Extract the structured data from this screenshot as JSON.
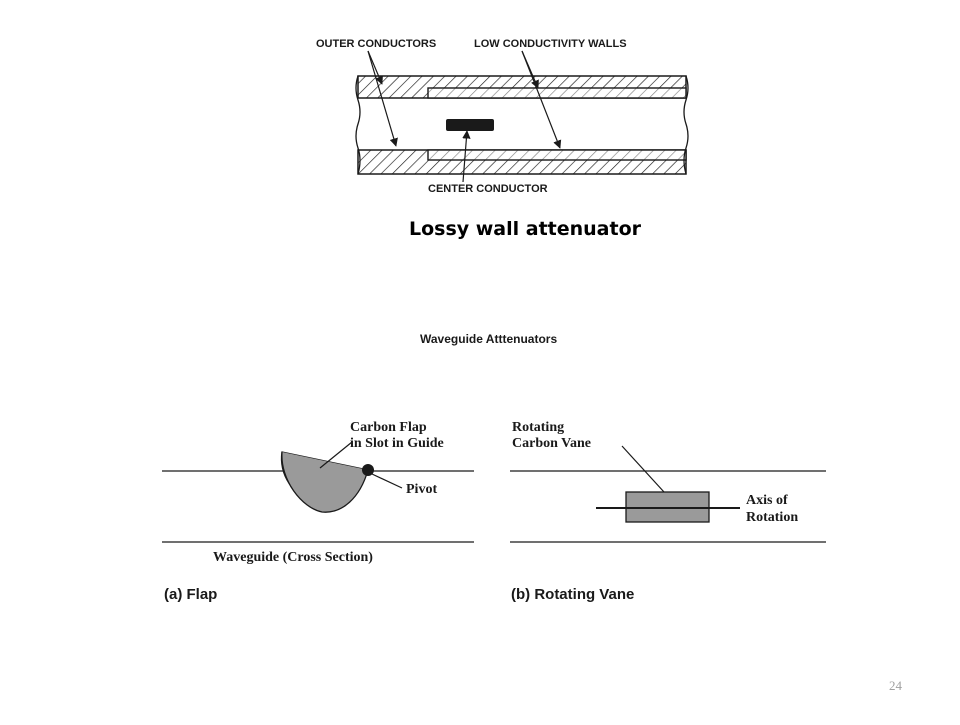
{
  "lossy_wall": {
    "outer_conductors_label": "OUTER CONDUCTORS",
    "low_conductivity_walls_label": "LOW CONDUCTIVITY WALLS",
    "center_conductor_label": "CENTER CONDUCTOR",
    "caption": "Lossy wall attenuator"
  },
  "waveguide": {
    "title": "Waveguide Atttenuators",
    "flap": {
      "carbon_flap_line1": "Carbon Flap",
      "carbon_flap_line2": "in Slot in Guide",
      "pivot_label": "Pivot",
      "cross_section_label": "Waveguide (Cross Section)",
      "panel_label": "(a)  Flap"
    },
    "vane": {
      "vane_line1": "Rotating",
      "vane_line2": "Carbon Vane",
      "axis_line1": "Axis of",
      "axis_line2": "Rotation",
      "panel_label": "(b)  Rotating Vane"
    }
  },
  "page_number": "24",
  "colors": {
    "fill_gray": "#9a9a9a",
    "ink": "#1a1a1a",
    "page_number": "#a0a0a0"
  }
}
